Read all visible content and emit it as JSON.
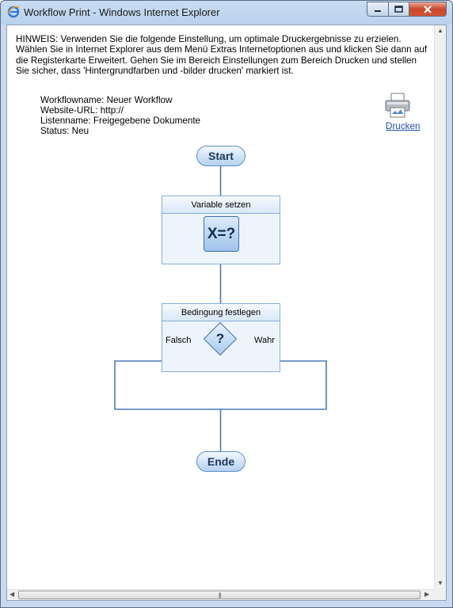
{
  "window": {
    "title": "Workflow Print - Windows Internet Explorer",
    "icon": "ie-icon",
    "controls": {
      "minimize": "minimize-icon",
      "maximize": "maximize-icon",
      "close": "close-icon"
    }
  },
  "notice": "HINWEIS: Verwenden Sie die folgende Einstellung, um optimale Druckergebnisse zu erzielen. Wählen Sie in Internet Explorer aus dem Menü Extras Internetoptionen aus und klicken Sie dann auf die Registerkarte Erweitert. Gehen Sie im Bereich Einstellungen zum Bereich Drucken und stellen Sie sicher, dass 'Hintergrundfarben und -bilder drucken' markiert ist.",
  "meta": {
    "workflow_name": "Workflowname: Neuer Workflow",
    "website_url": "Website-URL: http://",
    "list_name": "Listenname: Freigegebene Dokumente",
    "status": "Status: Neu"
  },
  "print": {
    "label": "Drucken",
    "icon": "printer-icon"
  },
  "flow": {
    "start": "Start",
    "end": "Ende",
    "step1": {
      "title": "Variable setzen",
      "icon_text": "X=?"
    },
    "step2": {
      "title": "Bedingung festlegen",
      "icon_text": "?",
      "false_label": "Falsch",
      "true_label": "Wahr"
    }
  },
  "colors": {
    "accent": "#1f4fa8",
    "flow_line": "#4a7bbd",
    "activity_border": "#87aee0"
  }
}
